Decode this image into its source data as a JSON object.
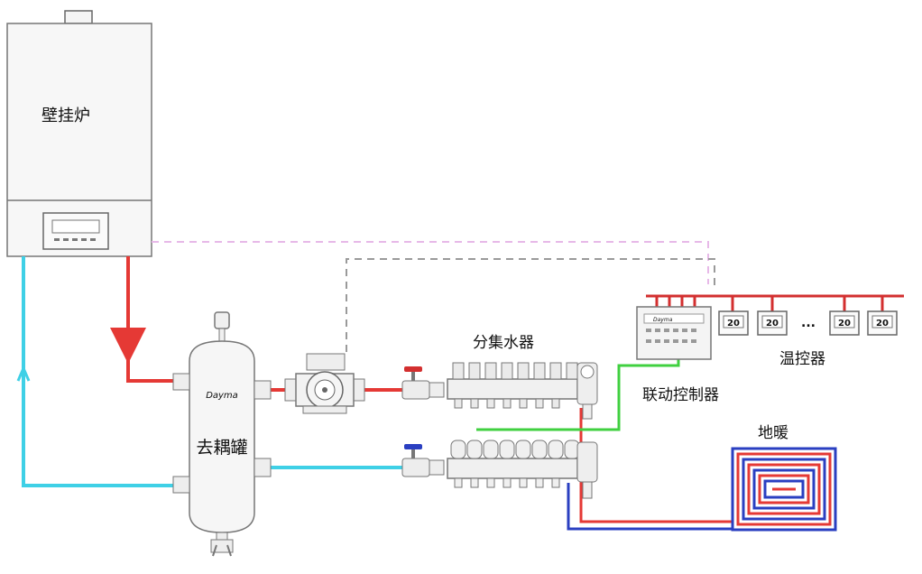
{
  "labels": {
    "boiler": "壁挂炉",
    "tank": "去耦罐",
    "manifold": "分集水器",
    "controller": "联动控制器",
    "thermostats": "温控器",
    "floor_heating": "地暖",
    "brand": "Dayma",
    "ellipsis": "...",
    "thermostat_display": "20"
  },
  "colors": {
    "supply": "#e53935",
    "return_cyan": "#3fd0e6",
    "return_blue": "#2a3fc1",
    "signal_green": "#40d040",
    "signal_pink": "#e7b9e8",
    "signal_gray": "#9a9a9a",
    "outline": "#555555",
    "fill": "#f5f5f5"
  }
}
